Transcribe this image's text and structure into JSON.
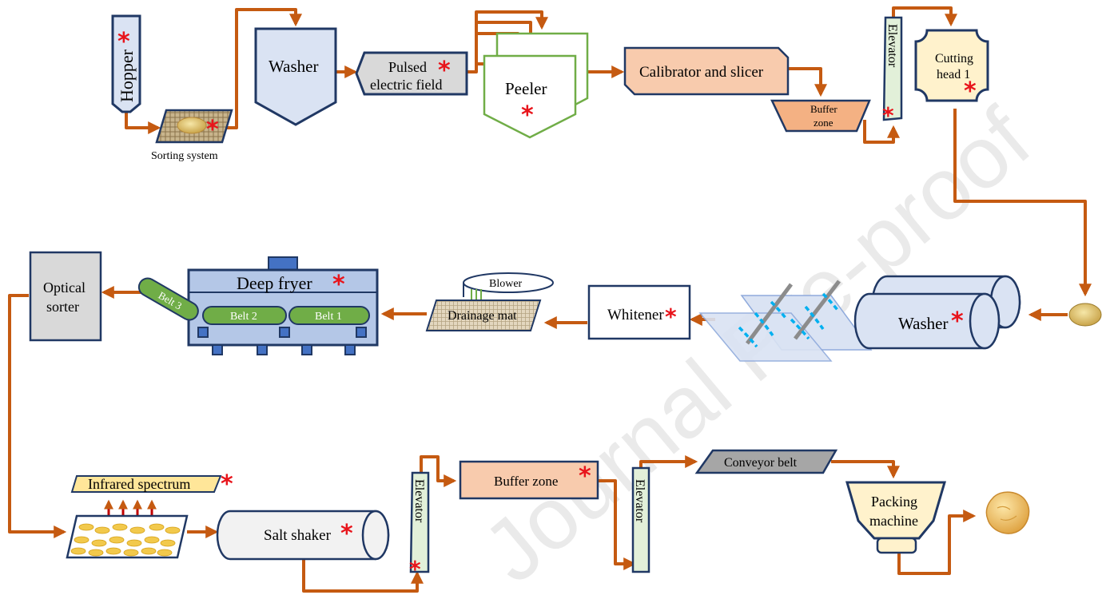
{
  "labels": {
    "hopper": "Hopper",
    "sorting_system": "Sorting system",
    "washer_1": "Washer",
    "pulsed_line1": "Pulsed",
    "pulsed_line2": "electric field",
    "peeler": "Peeler",
    "calibrator": "Calibrator  and slicer",
    "buffer_top_line1": "Buffer",
    "buffer_top_line2": "zone",
    "elevator_1": "Elevator",
    "cutting_line1": "Cutting",
    "cutting_line2": "head 1",
    "optical_line1": "Optical",
    "optical_line2": "sorter",
    "deep_fryer": "Deep fryer",
    "belt_1": "Belt 1",
    "belt_2": "Belt 2",
    "belt_3": "Belt 3",
    "blower": "Blower",
    "drainage_mat": "Drainage mat",
    "whitener": "Whitener",
    "washer_2": "Washer",
    "infrared": "Infrared  spectrum",
    "salt_shaker": "Salt shaker",
    "elevator_2": "Elevator",
    "buffer_bottom": "Buffer zone",
    "elevator_3": "Elevator",
    "conveyor": "Conveyor belt",
    "packing_line1": "Packing",
    "packing_line2": "machine"
  },
  "marker": "*",
  "watermark": "Journal Pre-proof",
  "colors": {
    "arrow": "#c55a11",
    "marker": "#e8141b",
    "outline_dark": "#203864",
    "green": "#70ad47"
  }
}
